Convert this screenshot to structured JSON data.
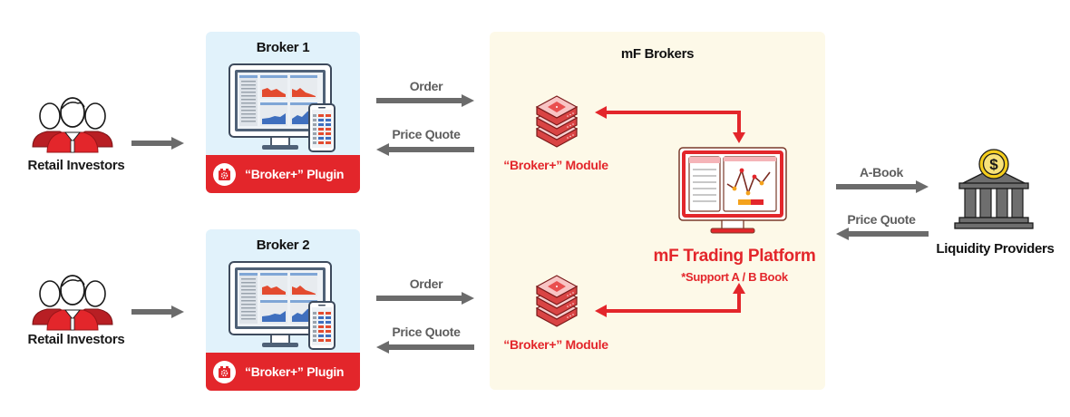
{
  "retail_investors": [
    {
      "label": "Retail Investors"
    },
    {
      "label": "Retail Investors"
    }
  ],
  "brokers": [
    {
      "title": "Broker 1",
      "plugin_label": "“Broker+” Plugin",
      "order_label": "Order",
      "quote_label": "Price Quote"
    },
    {
      "title": "Broker 2",
      "plugin_label": "“Broker+” Plugin",
      "order_label": "Order",
      "quote_label": "Price Quote"
    }
  ],
  "mf_brokers": {
    "title": "mF Brokers",
    "modules": [
      {
        "label": "“Broker+” Module"
      },
      {
        "label": "“Broker+” Module"
      }
    ],
    "platform": {
      "title": "mF Trading Platform",
      "subtitle": "*Support A / B Book"
    }
  },
  "liquidity": {
    "a_book_label": "A-Book",
    "quote_label": "Price Quote",
    "label": "Liquidity Providers"
  },
  "icons": {
    "investors": "people-group-icon",
    "broker_screen": "desktop-and-phone-icon",
    "plugin": "plugin-gear-icon",
    "module": "server-stack-icon",
    "platform": "trading-monitor-icon",
    "liquidity": "bank-dollar-icon"
  },
  "colors": {
    "accent_red": "#e3262b",
    "arrow_gray": "#6b6b6b",
    "broker_bg": "#e1f2fb",
    "mf_bg": "#fdf9e8"
  }
}
